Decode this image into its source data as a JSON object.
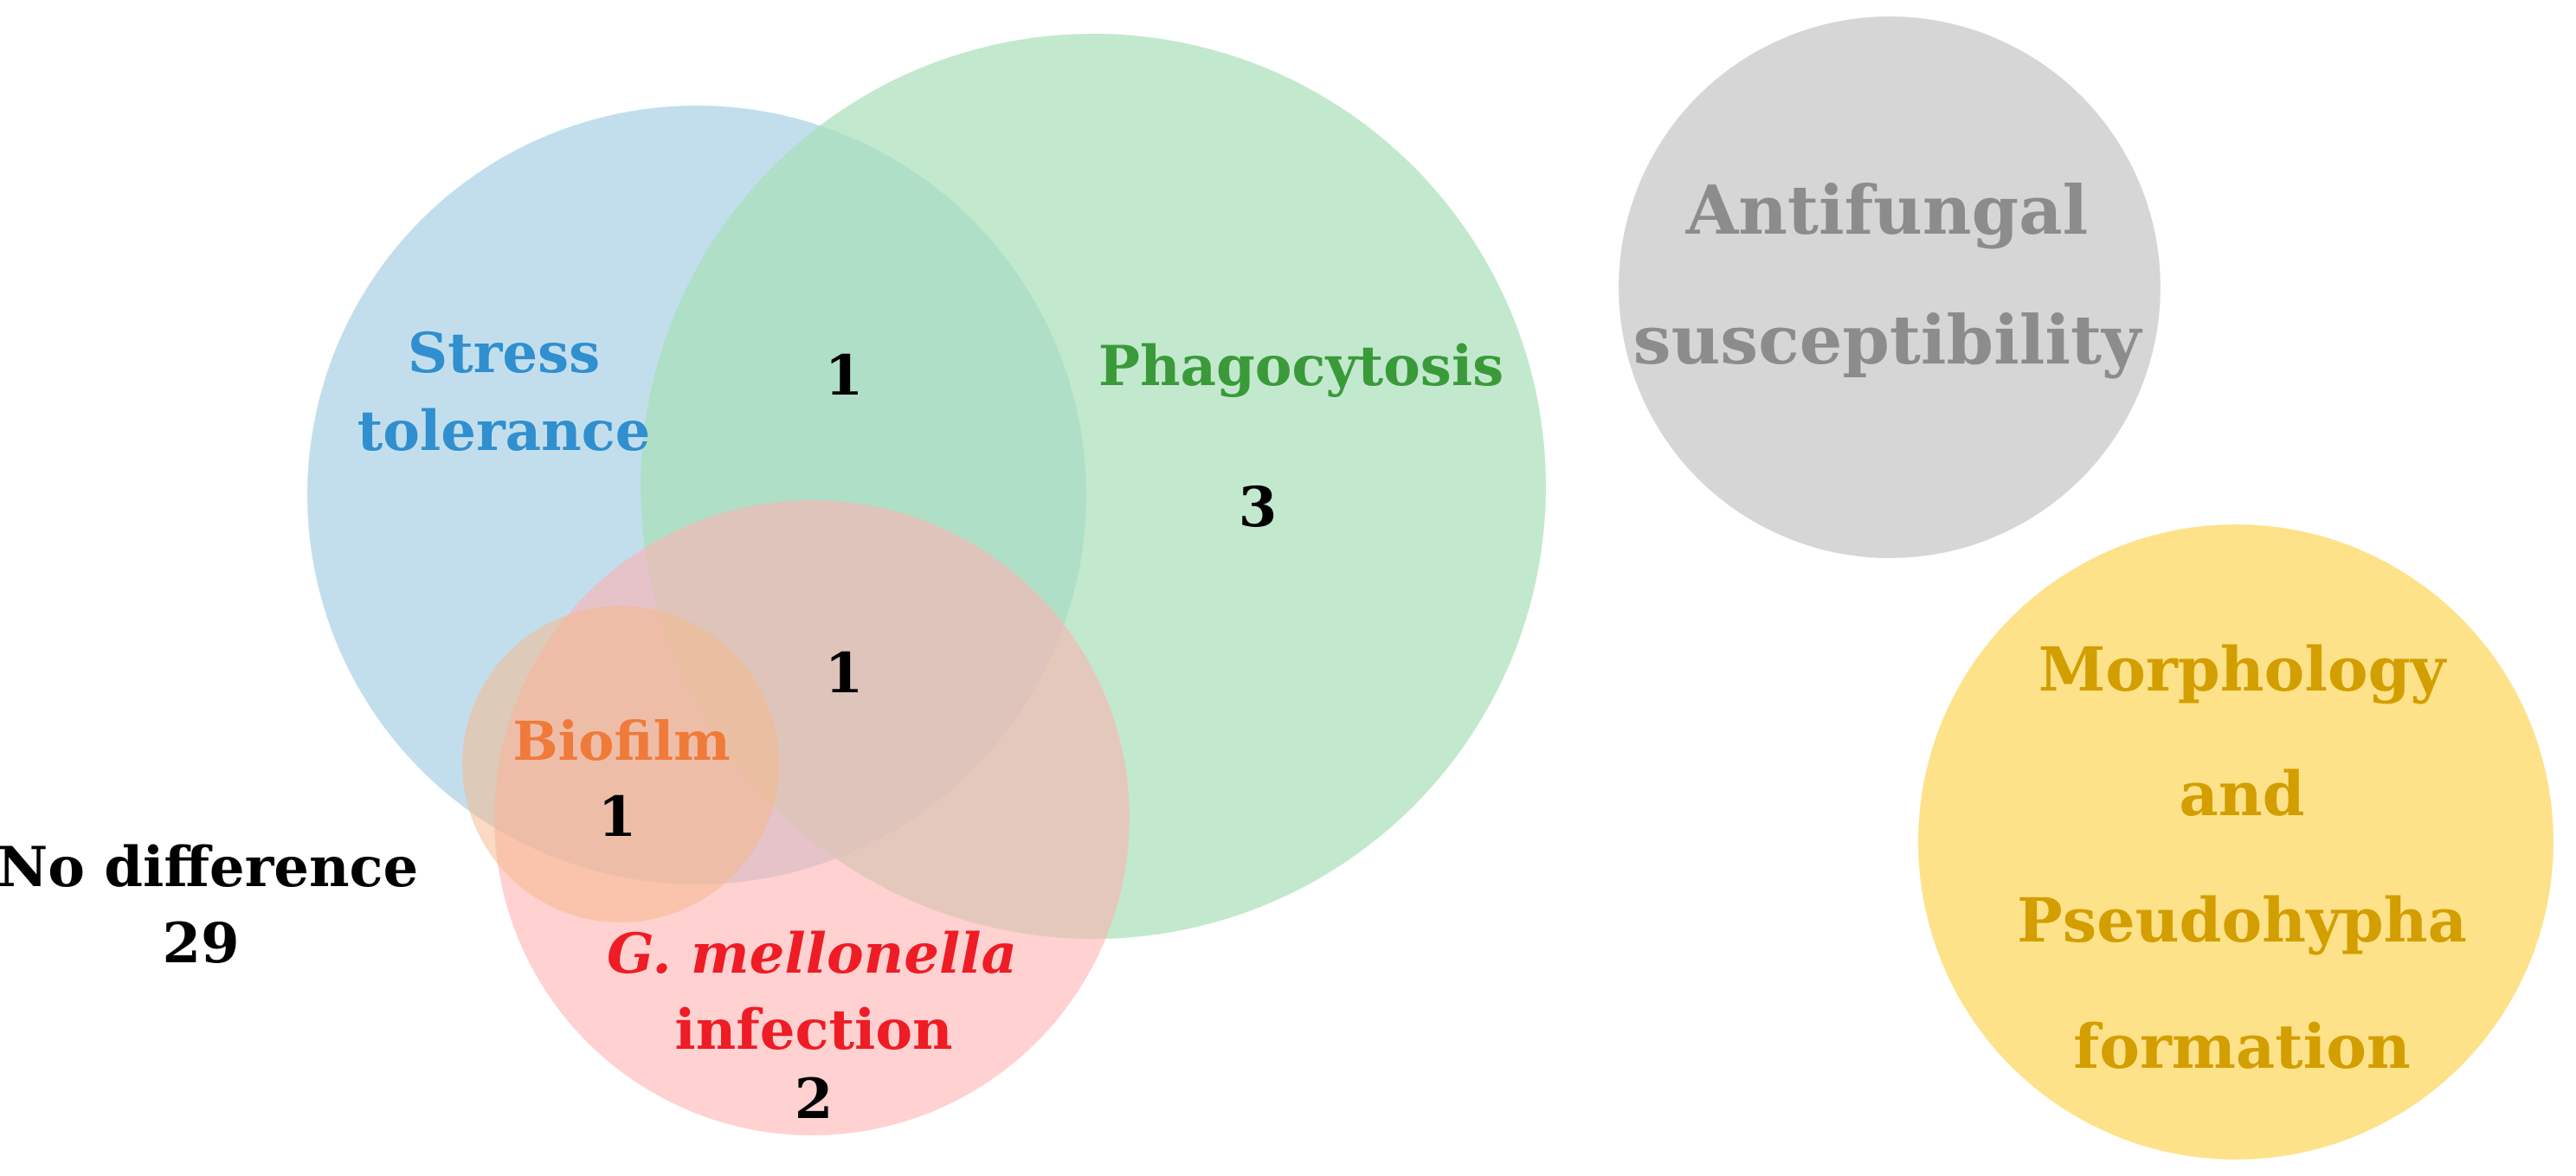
{
  "labels": {
    "stress": [
      "Stress",
      "tolerance"
    ],
    "phagocytosis": "Phagocytosis",
    "biofilm": "Biofilm",
    "gmellonella": {
      "italic": "G. mellonella",
      "rest": "infection"
    },
    "antifungal": [
      "Antifungal",
      "susceptibility"
    ],
    "morphology": [
      "Morphology",
      "and",
      "Pseudohypha",
      "formation"
    ],
    "nodiff": "No difference"
  },
  "counts": {
    "stress_phago": "1",
    "phago": "3",
    "center": "1",
    "biofilm": "1",
    "gmellonella": "2",
    "nodiff": "29"
  },
  "colors": {
    "stress": "#a8d0e6",
    "phagocytosis": "#a8e0b8",
    "gmellonella": "#ffb0b0",
    "biofilm": "#f5b98a",
    "antifungal": "#d6d6d6",
    "morphology": "#fde080",
    "stress_text": "#2f8fcf",
    "phago_text": "#3a9a3a",
    "biofilm_text": "#f07a3a",
    "gmellonella_text": "#ee1c24",
    "antifungal_text": "#8c8c8c",
    "morphology_text": "#d39e00"
  }
}
